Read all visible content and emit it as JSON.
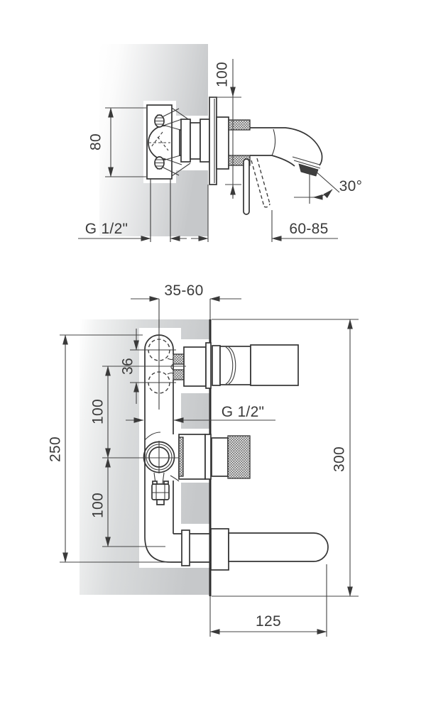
{
  "side_view": {
    "labels": {
      "plate_height": "100",
      "body_height": "80",
      "pipe_thread": "G 1/2\"",
      "spout_angle": "30°",
      "handle_projection": "60-85"
    }
  },
  "front_view": {
    "labels": {
      "embed_depth": "35-60",
      "port_spacing": "36",
      "upper_span": "100",
      "total_height": "250",
      "lower_span": "100",
      "pipe_thread": "G 1/2\"",
      "plate_height": "300",
      "spout_length": "125"
    }
  },
  "colors": {
    "line": "#343434",
    "dimension_line": "#444444",
    "wall_shade_light": "#ffffff",
    "wall_shade_dark": "#c6c8ca",
    "background": "#ffffff"
  }
}
